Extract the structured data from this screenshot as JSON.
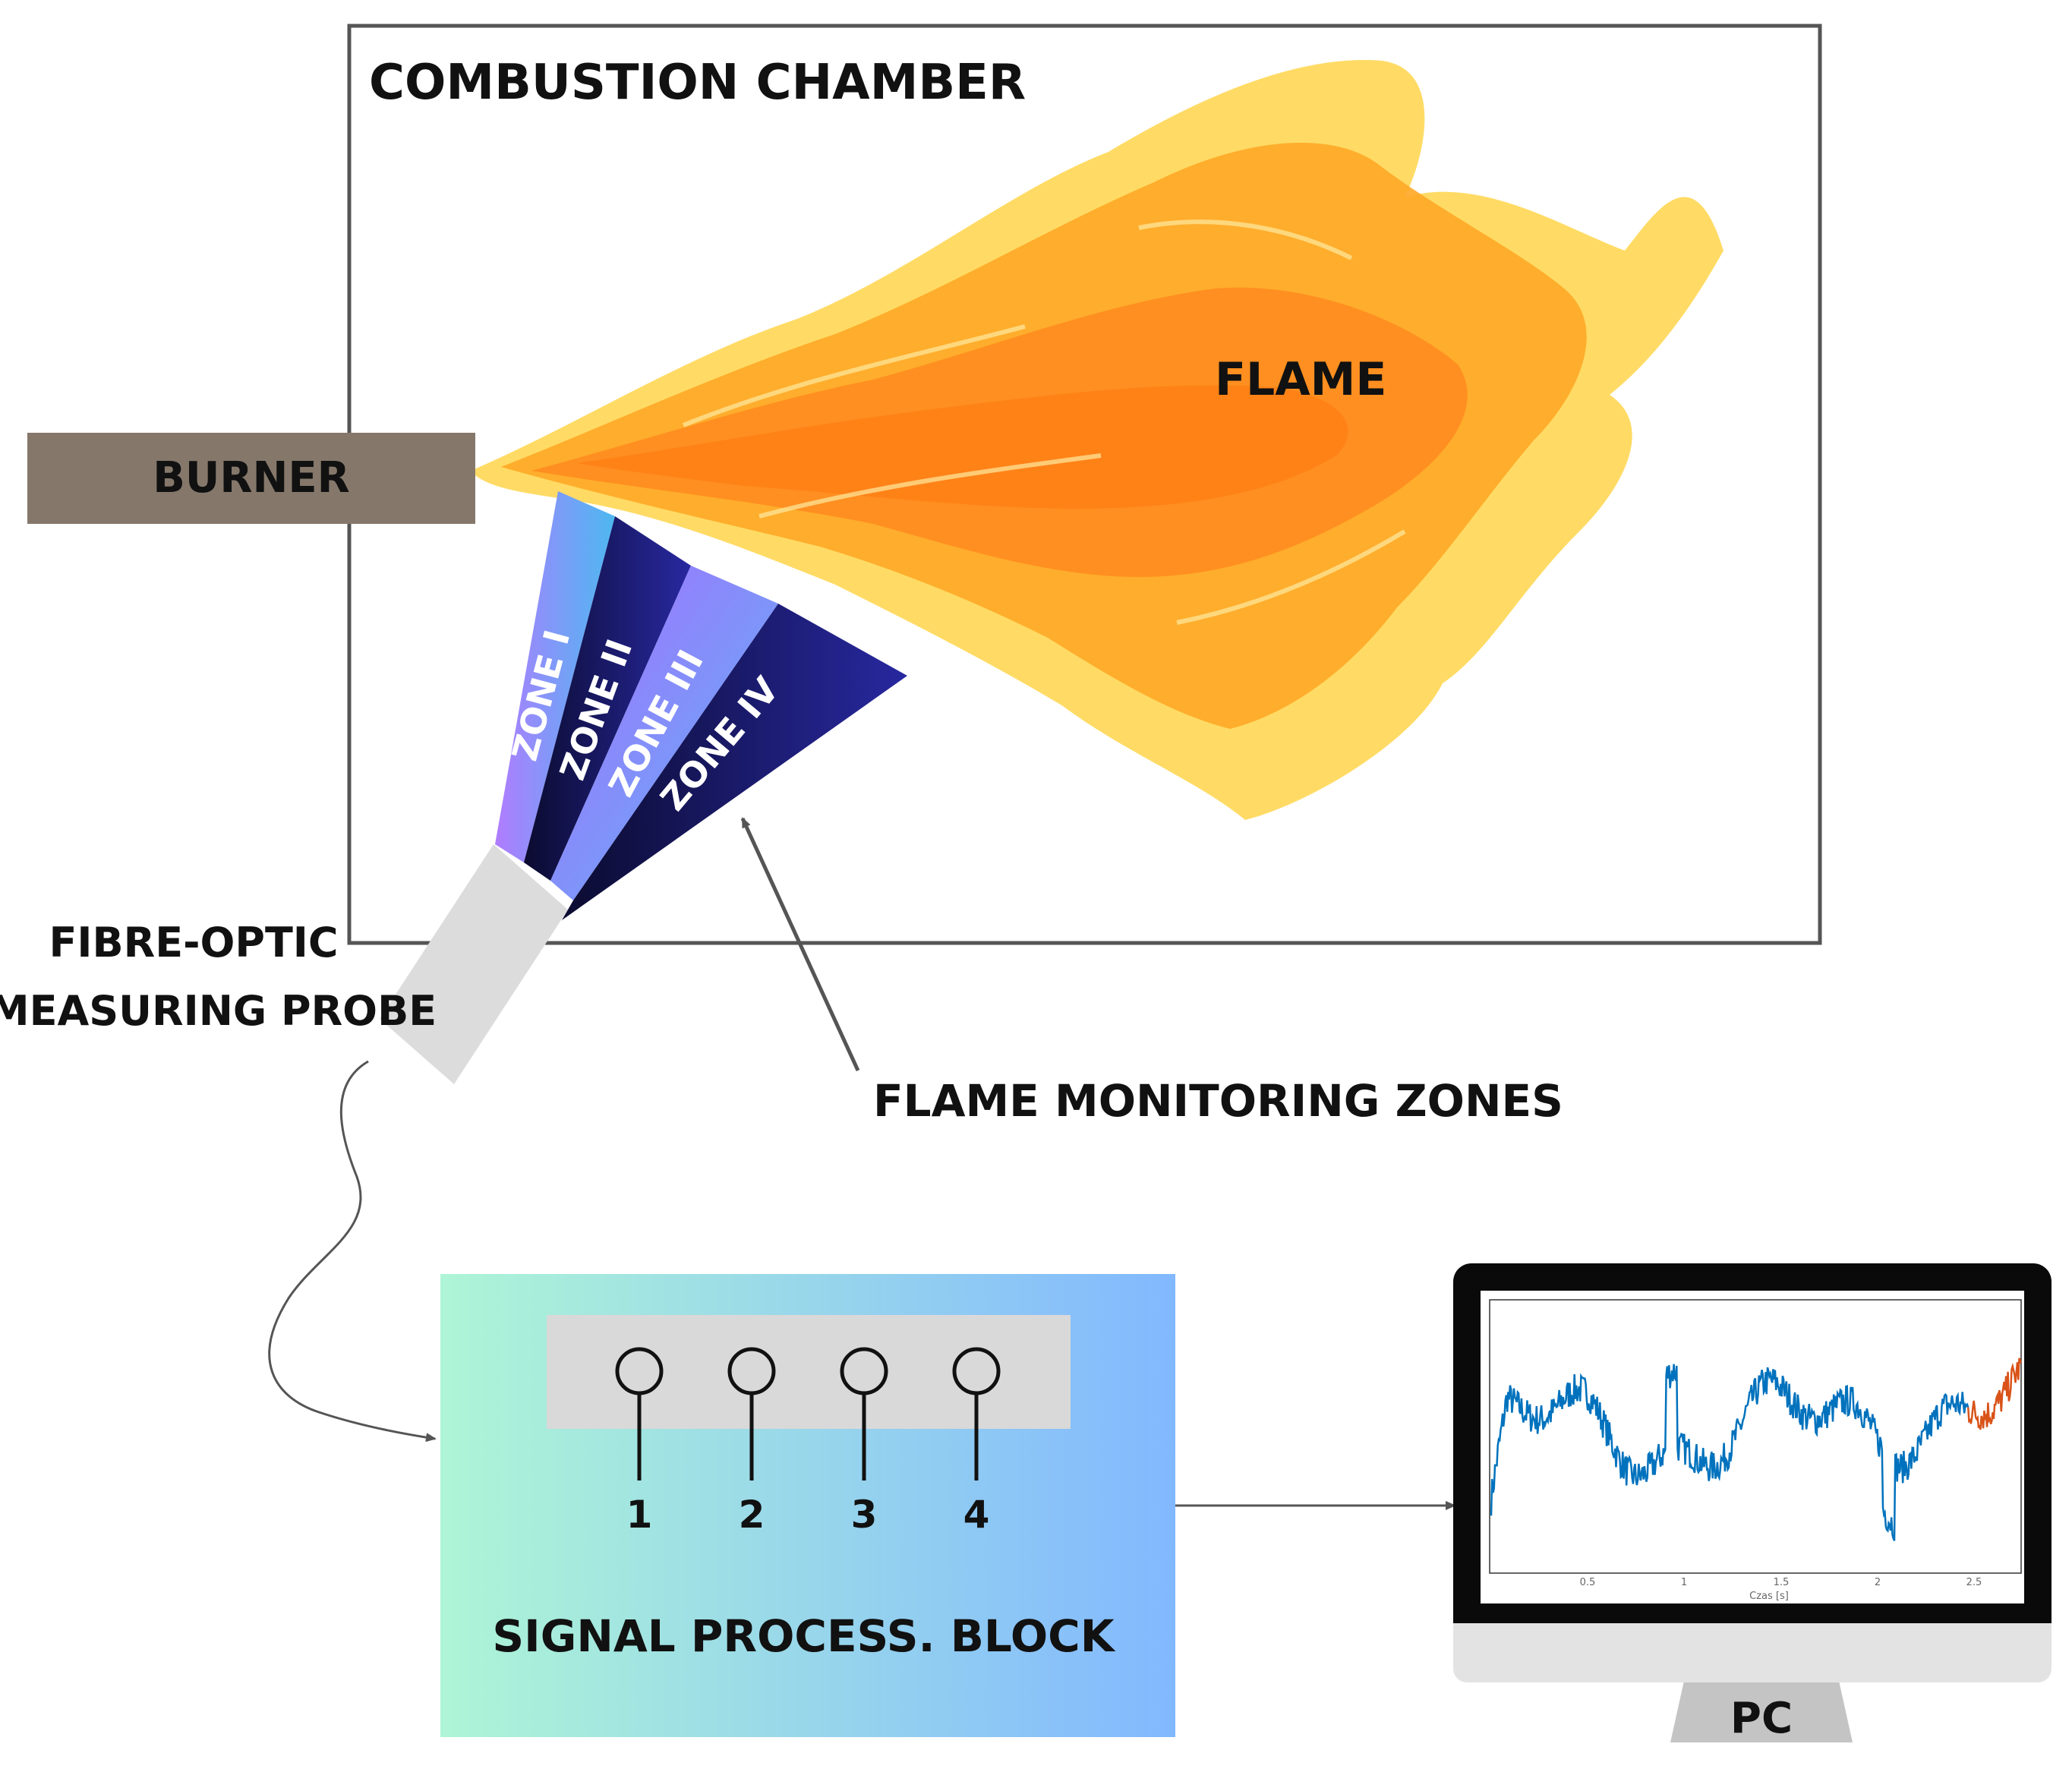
{
  "labels": {
    "chamber": "COMBUSTION CHAMBER",
    "flame": "FLAME",
    "burner": "BURNER",
    "probe_line1": "FIBRE-OPTIC",
    "probe_line2": "MEASURING PROBE",
    "zones_caption": "FLAME MONITORING ZONES",
    "spb": "SIGNAL PROCESS. BLOCK",
    "pc": "PC"
  },
  "zones": [
    "ZONE I",
    "ZONE II",
    "ZONE III",
    "ZONE IV"
  ],
  "channels": [
    "1",
    "2",
    "3",
    "4"
  ],
  "colors": {
    "burner": "#85786b",
    "flame_outer": "#ffd54a",
    "flame_mid": "#ffa726",
    "flame_inner": "#ff8a1f",
    "zone_light_a": "#b07cff",
    "zone_light_b": "#4db8f0",
    "zone_dark_a": "#0e0e40",
    "zone_dark_b": "#2a2aa8",
    "spb_left": "#aef5d6",
    "spb_right": "#82b8ff",
    "signal_blue": "#0072bd",
    "signal_orange": "#d95319"
  },
  "monitor_plot": {
    "x_ticks": [
      "0.5",
      "1",
      "1.5",
      "2",
      "2.5"
    ],
    "x_label": "Czas [s]"
  }
}
